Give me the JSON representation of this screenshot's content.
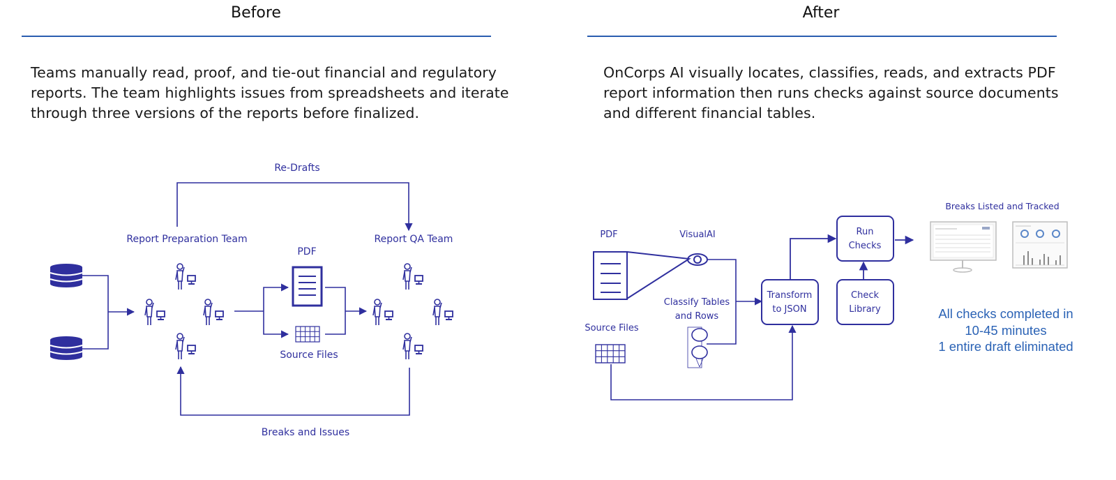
{
  "before": {
    "title": "Before",
    "description": "Teams manually read, proof, and tie-out financial and regulatory reports. The team  highlights issues from spreadsheets and iterate through three versions of the reports before finalized.",
    "labels": {
      "redrafts": "Re-Drafts",
      "prep_team": "Report Preparation Team",
      "qa_team": "Report QA Team",
      "pdf": "PDF",
      "source_files": "Source Files",
      "breaks_issues": "Breaks and Issues"
    }
  },
  "after": {
    "title": "After",
    "description": "OnCorps AI visually locates, classifies, reads, and extracts PDF report information then runs checks against source documents and different financial tables.",
    "labels": {
      "pdf": "PDF",
      "visual_ai": "VisualAI",
      "classify_1": "Classify Tables",
      "classify_2": "and Rows",
      "source_files": "Source Files",
      "transform_1": "Transform",
      "transform_2": "to JSON",
      "run_1": "Run",
      "run_2": "Checks",
      "check_1": "Check",
      "check_2": "Library",
      "breaks_tracked": "Breaks Listed and Tracked"
    },
    "results": [
      "All checks completed in",
      "10-45 minutes",
      "1 entire draft eliminated"
    ]
  },
  "colors": {
    "diagram": "#2f2f9e",
    "rule": "#2a5db0",
    "results_text": "#2a62b5"
  }
}
